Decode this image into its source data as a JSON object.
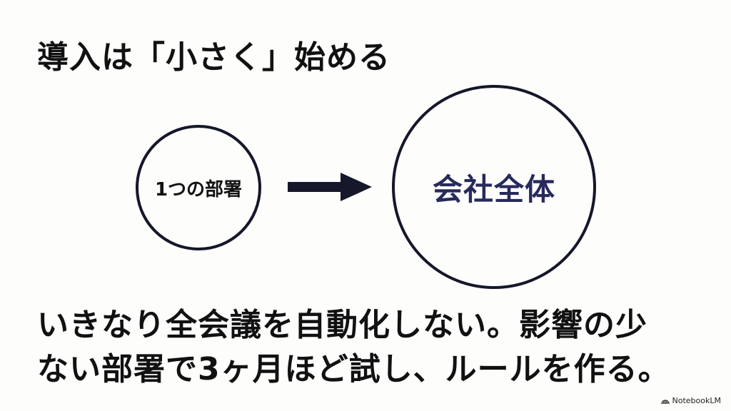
{
  "slide": {
    "title": "導入は「小さく」始める",
    "diagram": {
      "from_label": "1つの部署",
      "to_label": "会社全体",
      "to_color": "#272a5c"
    },
    "body_lines": [
      "いきなり全会議を自動化しない。影響の少",
      "ない部署で3ヶ月ほど試し、ルールを作る。"
    ],
    "brand": "NotebookLM"
  }
}
